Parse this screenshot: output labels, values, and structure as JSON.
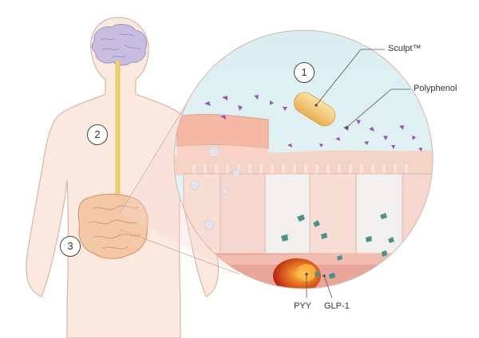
{
  "labels": {
    "sculpt": "Sculpt™",
    "polyphenol": "Polyphenol",
    "pyy": "PYY",
    "glp1": "GLP-1"
  },
  "markers": {
    "m1": "1",
    "m2": "2",
    "m3": "3"
  },
  "colors": {
    "body": "#fbe9e0",
    "body_outline": "#d8b6a6",
    "brain": "#c6bde0",
    "spinal_cord": "#ecd26a",
    "intestine": "#f4c8a6",
    "polyphenol": "#9a55b8",
    "capsule": "#f2c873",
    "pyy_cell": "#d2431c",
    "glp1_molecule": "#4f8f8a"
  }
}
